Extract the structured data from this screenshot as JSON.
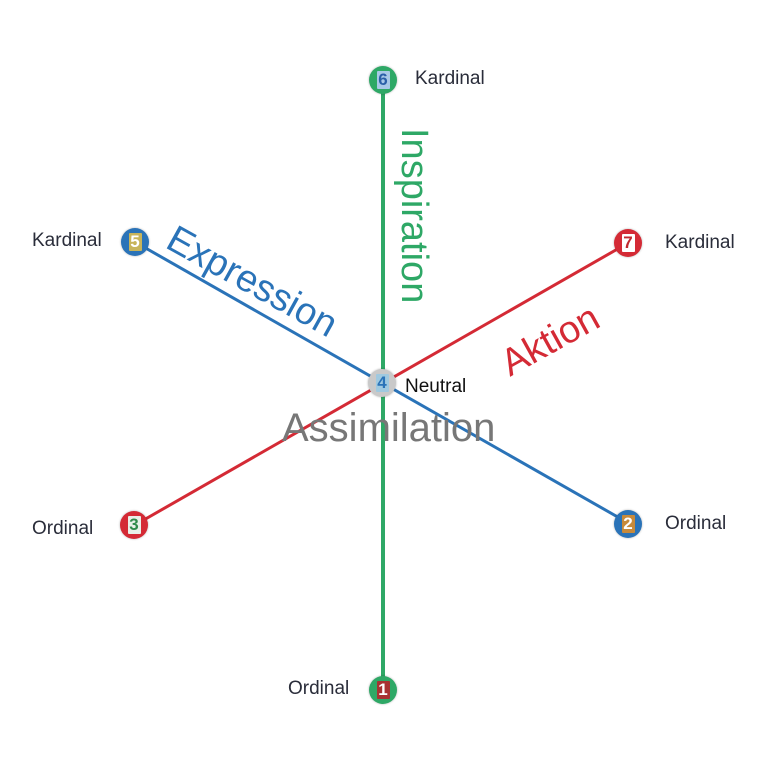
{
  "colors": {
    "green": "#2ea866",
    "blue": "#2a73b8",
    "red": "#d42a35",
    "gray_node": "#c9c9c9",
    "assimilation_text": "#777777"
  },
  "axes": {
    "inspiration": {
      "label": "Inspiration",
      "color": "#2ea866"
    },
    "expression": {
      "label": "Expression",
      "color": "#2a73b8"
    },
    "aktion": {
      "label": "Aktion",
      "color": "#d42a35"
    },
    "assimilation": {
      "label": "Assimilation",
      "color": "#777777"
    }
  },
  "nodes": [
    {
      "number": "1",
      "label": "Ordinal",
      "ring": "#2ea866",
      "digit_bg": "#a83232",
      "digit_color": "#ffffff"
    },
    {
      "number": "2",
      "label": "Ordinal",
      "ring": "#2a73b8",
      "digit_bg": "#c88a3a",
      "digit_color": "#ffffff"
    },
    {
      "number": "3",
      "label": "Ordinal",
      "ring": "#d42a35",
      "digit_bg": "#e8f0e8",
      "digit_color": "#2e8a4a"
    },
    {
      "number": "4",
      "label": "Neutral",
      "ring": "#c9c9c9",
      "digit_bg": "#9fc9e0",
      "digit_color": "#2a73b8"
    },
    {
      "number": "5",
      "label": "Kardinal",
      "ring": "#2a73b8",
      "digit_bg": "#c8b45a",
      "digit_color": "#ffffff"
    },
    {
      "number": "6",
      "label": "Kardinal",
      "ring": "#2ea866",
      "digit_bg": "#a8c8e8",
      "digit_color": "#2a5fa8"
    },
    {
      "number": "7",
      "label": "Kardinal",
      "ring": "#d42a35",
      "digit_bg": "#ffffff",
      "digit_color": "#c02a30"
    }
  ]
}
